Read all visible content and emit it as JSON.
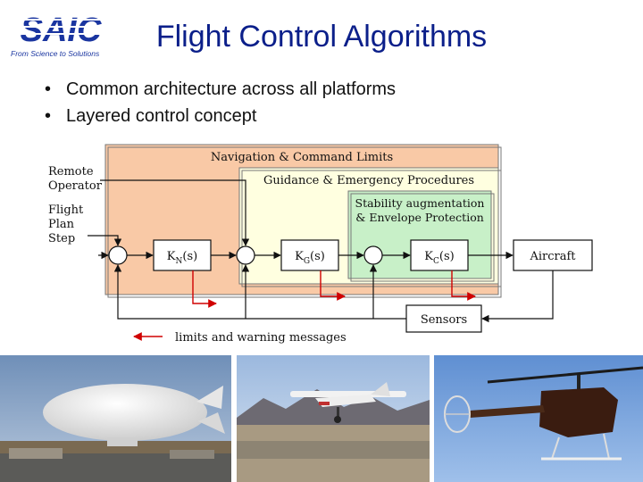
{
  "header": {
    "logo_text": "SAIC",
    "logo_tagline": "From Science to Solutions",
    "title": "Flight Control Algorithms"
  },
  "bullets": [
    "Common architecture across all platforms",
    "Layered control concept"
  ],
  "diagram": {
    "inputs": {
      "remote_line1": "Remote",
      "remote_line2": "Operator",
      "flight_line1": "Flight",
      "flight_line2": "Plan",
      "flight_line3": "Step"
    },
    "layers": {
      "navigation": "Navigation & Command Limits",
      "guidance": "Guidance & Emergency Procedures",
      "stability_line1": "Stability augmentation",
      "stability_line2": "& Envelope Protection"
    },
    "blocks": {
      "kn": "KN(s)",
      "kg": "KG(s)",
      "kc": "KC(s)",
      "aircraft": "Aircraft",
      "sensors": "Sensors"
    },
    "messages_label": "limits and warning messages",
    "colors": {
      "navigation_layer": "#f9c9a6",
      "guidance_layer": "#ffffe0",
      "stability_layer": "#c8f0c8",
      "arrow_red": "#d00000"
    }
  },
  "photos": [
    {
      "name": "airship",
      "icon": "airship-photo"
    },
    {
      "name": "fixed-wing-aircraft",
      "icon": "airplane-photo"
    },
    {
      "name": "unmanned-helicopter",
      "icon": "helicopter-photo"
    }
  ]
}
